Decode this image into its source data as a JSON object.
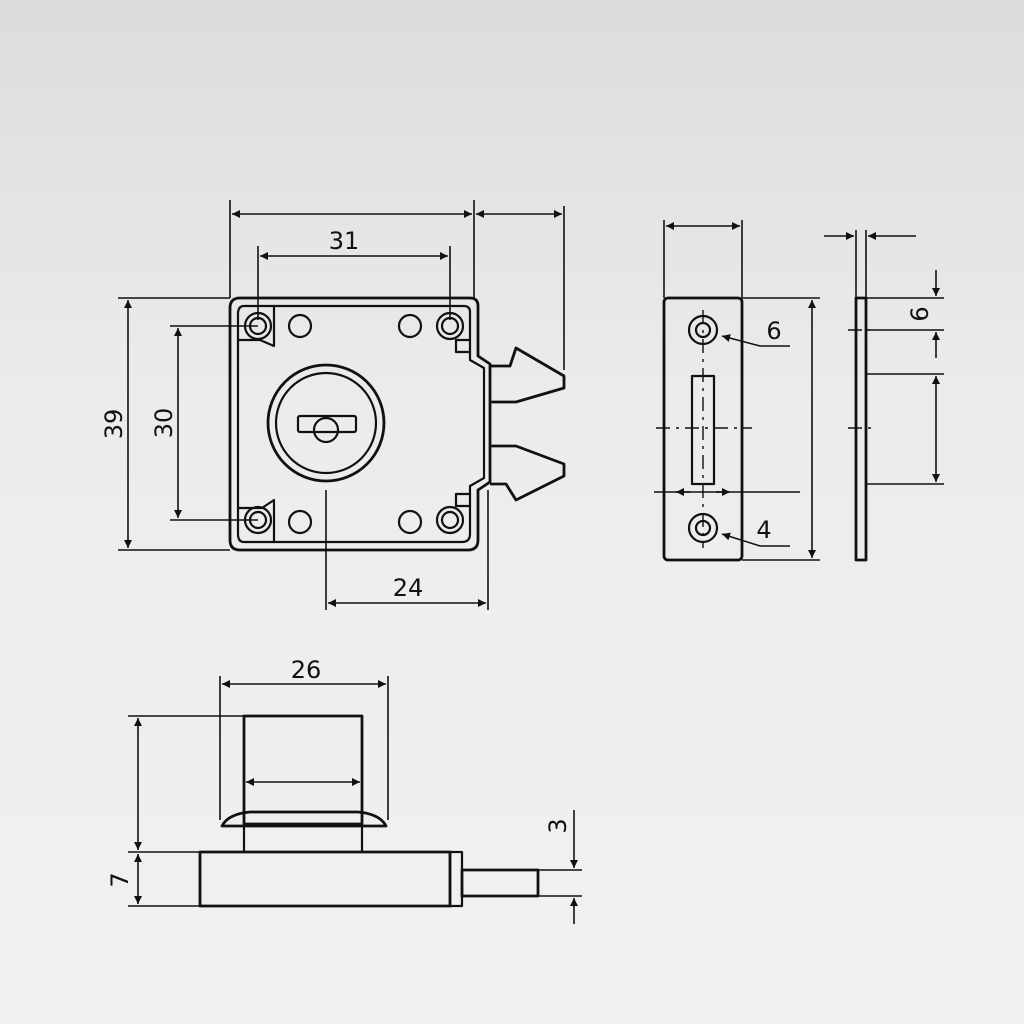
{
  "dimensions": {
    "width_31": "31",
    "height_39": "39",
    "height_30": "30",
    "width_24": "24",
    "hole_6": "6",
    "hole_4": "4",
    "thickness_6": "6",
    "width_26": "26",
    "height_7": "7",
    "bolt_3": "3"
  },
  "colors": {
    "line": "#111111",
    "background": "#ececec"
  }
}
